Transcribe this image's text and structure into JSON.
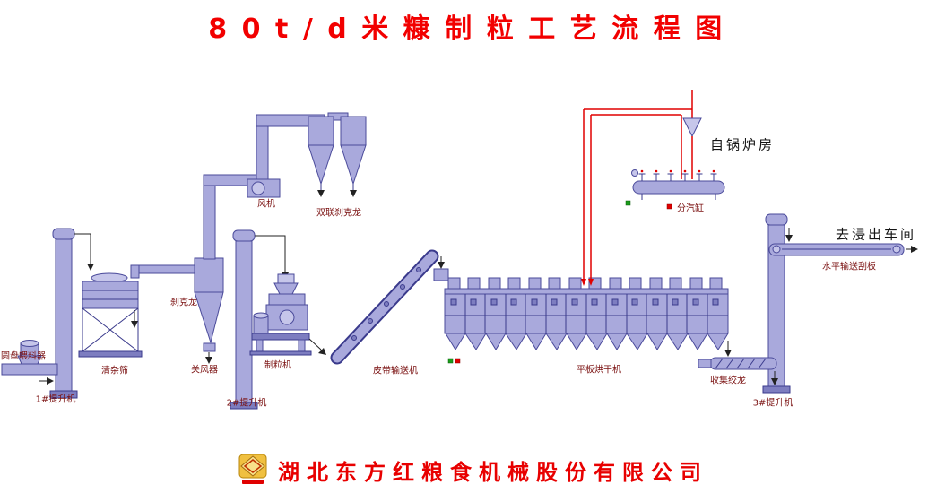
{
  "title": "80t/d米糠制粒工艺流程图",
  "company": "湖北东方红粮食机械股份有限公司",
  "colors": {
    "machine_fill": "#a9a9dc",
    "machine_outline": "#4a4a9a",
    "steam_pipe_red": "#e00000",
    "title_red": "#f20000",
    "label_color": "#7a1010"
  },
  "labels": {
    "fan": "风机",
    "double_cyclone": "双联刹克龙",
    "from_boiler_room": "自锅炉房",
    "steam_distributor": "分汽缸",
    "to_extraction_workshop": "去浸出车间",
    "horizontal_scraper_conveyor": "水平输送刮板",
    "cyclone": "刹克龙",
    "disc_feeder": "圆盘喂料器",
    "cleaning_sieve": "清杂筛",
    "airlock": "关风器",
    "pellet_mill": "制粒机",
    "belt_conveyor": "皮带输送机",
    "flat_dryer": "平板烘干机",
    "collecting_auger": "收集绞龙",
    "elevator_1": "1#提升机",
    "elevator_2": "2#提升机",
    "elevator_3": "3#提升机"
  }
}
